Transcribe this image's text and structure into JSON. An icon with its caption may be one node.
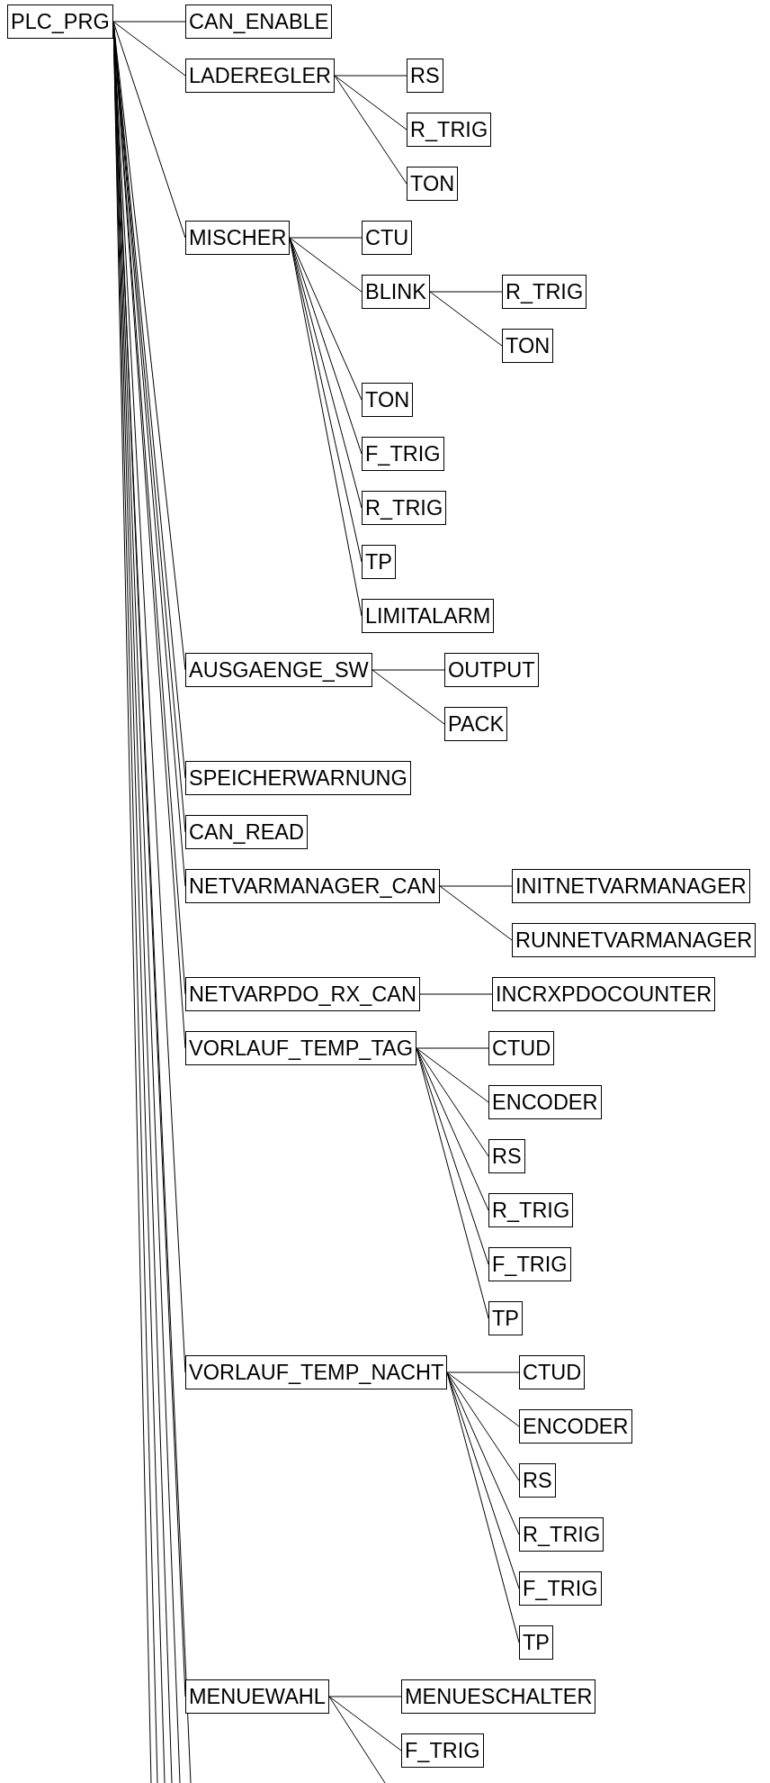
{
  "diagram": {
    "nodes": [
      {
        "text": [
          "PLC_PRG"
        ]
      },
      {
        "text": [
          "CAN_ENABLE"
        ]
      },
      {
        "text": [
          "LADEREGLER"
        ]
      },
      {
        "text": [
          "RS"
        ]
      },
      {
        "text": [
          "R_TRIG"
        ]
      },
      {
        "text": [
          "TON"
        ]
      },
      {
        "text": [
          "MISCHER"
        ]
      },
      {
        "text": [
          "CTU"
        ]
      },
      {
        "text": [
          "BLINK"
        ]
      },
      {
        "text": [
          "R_TRIG"
        ]
      },
      {
        "text": [
          "TON"
        ]
      },
      {
        "text": [
          "TON"
        ]
      },
      {
        "text": [
          "F_TRIG"
        ]
      },
      {
        "text": [
          "R_TRIG"
        ]
      },
      {
        "text": [
          "TP"
        ]
      },
      {
        "text": [
          "LIMITALARM"
        ]
      },
      {
        "text": [
          "AUSGAENGE_SW"
        ]
      },
      {
        "text": [
          "OUTPUT"
        ]
      },
      {
        "text": [
          "PACK"
        ]
      },
      {
        "text": [
          "SPEICHERWARNUNG"
        ]
      },
      {
        "text": [
          "CAN_READ"
        ]
      },
      {
        "text": [
          "NETVARMANAGER_CAN"
        ]
      },
      {
        "text": [
          "INITNETVARMANAGER"
        ]
      },
      {
        "text": [
          "RUNNETVARMANAGER"
        ]
      },
      {
        "text": [
          "NETVARPDO_RX_CAN"
        ]
      },
      {
        "text": [
          "INCRXPDOCOUNTER"
        ]
      },
      {
        "text": [
          "VORLAUF_TEMP_TAG"
        ]
      },
      {
        "text": [
          "CTUD"
        ]
      },
      {
        "text": [
          "ENCODER"
        ]
      },
      {
        "text": [
          "RS"
        ]
      },
      {
        "text": [
          "R_TRIG"
        ]
      },
      {
        "text": [
          "F_TRIG"
        ]
      },
      {
        "text": [
          "TP"
        ]
      },
      {
        "text": [
          "VORLAUF_TEMP_NACHT"
        ]
      },
      {
        "text": [
          "CTUD"
        ]
      },
      {
        "text": [
          "ENCODER"
        ]
      },
      {
        "text": [
          "RS"
        ]
      },
      {
        "text": [
          "R_TRIG"
        ]
      },
      {
        "text": [
          "F_TRIG"
        ]
      },
      {
        "text": [
          "TP"
        ]
      },
      {
        "text": [
          "MENUEWAHL"
        ]
      },
      {
        "text": [
          "MENUESCHALTER"
        ]
      },
      {
        "text": [
          "F_TRIG"
        ]
      }
    ],
    "edges": [
      {
        "from": 0,
        "to": 1,
        "arrow": "none"
      },
      {
        "from": 0,
        "to": 2,
        "arrow": "none"
      },
      {
        "from": 2,
        "to": 3,
        "arrow": "none"
      },
      {
        "from": 2,
        "to": 4,
        "arrow": "none"
      },
      {
        "from": 2,
        "to": 5,
        "arrow": "none"
      },
      {
        "from": 0,
        "to": 6,
        "arrow": "none"
      },
      {
        "from": 6,
        "to": 7,
        "arrow": "none"
      },
      {
        "from": 6,
        "to": 8,
        "arrow": "none"
      },
      {
        "from": 8,
        "to": 9,
        "arrow": "none"
      },
      {
        "from": 8,
        "to": 10,
        "arrow": "none"
      },
      {
        "from": 6,
        "to": 11,
        "arrow": "none"
      },
      {
        "from": 6,
        "to": 12,
        "arrow": "none"
      },
      {
        "from": 6,
        "to": 13,
        "arrow": "none"
      },
      {
        "from": 6,
        "to": 14,
        "arrow": "none"
      },
      {
        "from": 6,
        "to": 15,
        "arrow": "none"
      },
      {
        "from": 0,
        "to": 16,
        "arrow": "none"
      },
      {
        "from": 16,
        "to": 17,
        "arrow": "none"
      },
      {
        "from": 16,
        "to": 18,
        "arrow": "none"
      },
      {
        "from": 0,
        "to": 19,
        "arrow": "none"
      },
      {
        "from": 0,
        "to": 20,
        "arrow": "none"
      },
      {
        "from": 0,
        "to": 21,
        "arrow": "none"
      },
      {
        "from": 21,
        "to": 22,
        "arrow": "none"
      },
      {
        "from": 21,
        "to": 23,
        "arrow": "none"
      },
      {
        "from": 0,
        "to": 24,
        "arrow": "none"
      },
      {
        "from": 24,
        "to": 25,
        "arrow": "none"
      },
      {
        "from": 0,
        "to": 26,
        "arrow": "none"
      },
      {
        "from": 26,
        "to": 27,
        "arrow": "none"
      },
      {
        "from": 26,
        "to": 28,
        "arrow": "none"
      },
      {
        "from": 26,
        "to": 29,
        "arrow": "none"
      },
      {
        "from": 26,
        "to": 30,
        "arrow": "none"
      },
      {
        "from": 26,
        "to": 31,
        "arrow": "none"
      },
      {
        "from": 26,
        "to": 32,
        "arrow": "none"
      },
      {
        "from": 0,
        "to": 33,
        "arrow": "none"
      },
      {
        "from": 33,
        "to": 34,
        "arrow": "none"
      },
      {
        "from": 33,
        "to": 35,
        "arrow": "none"
      },
      {
        "from": 33,
        "to": 36,
        "arrow": "none"
      },
      {
        "from": 33,
        "to": 37,
        "arrow": "none"
      },
      {
        "from": 33,
        "to": 38,
        "arrow": "none"
      },
      {
        "from": 33,
        "to": 39,
        "arrow": "none"
      },
      {
        "from": 0,
        "to": 40,
        "arrow": "none"
      },
      {
        "from": 40,
        "to": 41,
        "arrow": "none"
      },
      {
        "from": 40,
        "to": 42,
        "arrow": "none"
      },
      {
        "from": 40,
        "to": null,
        "arrow": "none"
      },
      {
        "from": 0,
        "to": null,
        "arrow": "none"
      },
      {
        "from": 0,
        "to": null,
        "arrow": "none"
      },
      {
        "from": 0,
        "to": null,
        "arrow": "none"
      },
      {
        "from": 0,
        "to": null,
        "arrow": "none"
      },
      {
        "from": 0,
        "to": null,
        "arrow": "none"
      },
      {
        "from": 0,
        "to": null,
        "arrow": "none"
      }
    ]
  }
}
